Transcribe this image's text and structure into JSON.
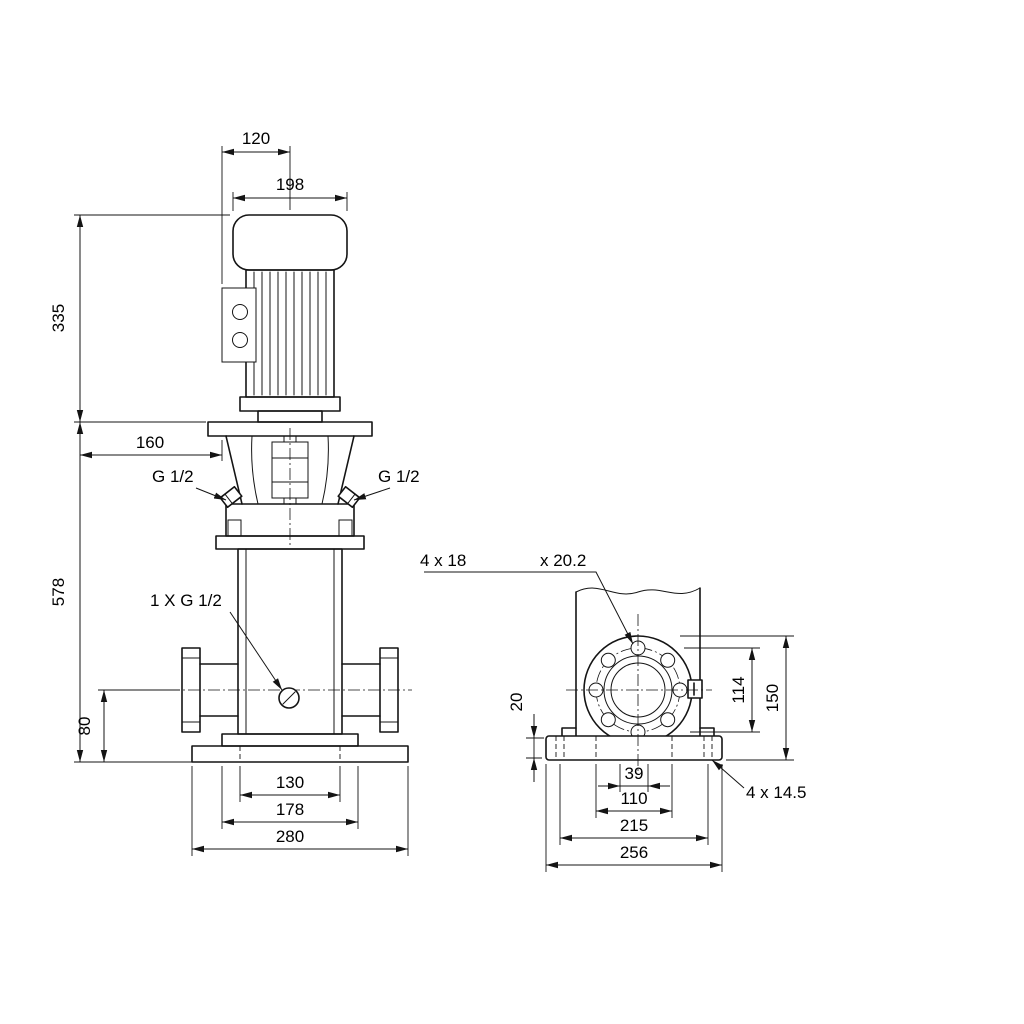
{
  "front_view": {
    "terminal_box_width": "120",
    "motor_width": "198",
    "motor_height": "335",
    "coupling_width": "160",
    "pump_height": "578",
    "left_port": "G 1/2",
    "right_port": "G 1/2",
    "drain_port": "1 X G 1/2",
    "port_height": "80",
    "base_hole_spacing": "130",
    "base_foot_width": "178",
    "base_width": "280"
  },
  "side_view": {
    "flange_holes": "4 x 18",
    "flange_holes_diameter": "x 20.2",
    "baseplate_thickness": "20",
    "flange_diameter": "114",
    "flange_height": "150",
    "hub_width": "39",
    "hole_spacing_inner": "110",
    "hole_spacing_outer": "215",
    "baseplate_length": "256",
    "baseplate_holes": "4 x 14.5"
  }
}
